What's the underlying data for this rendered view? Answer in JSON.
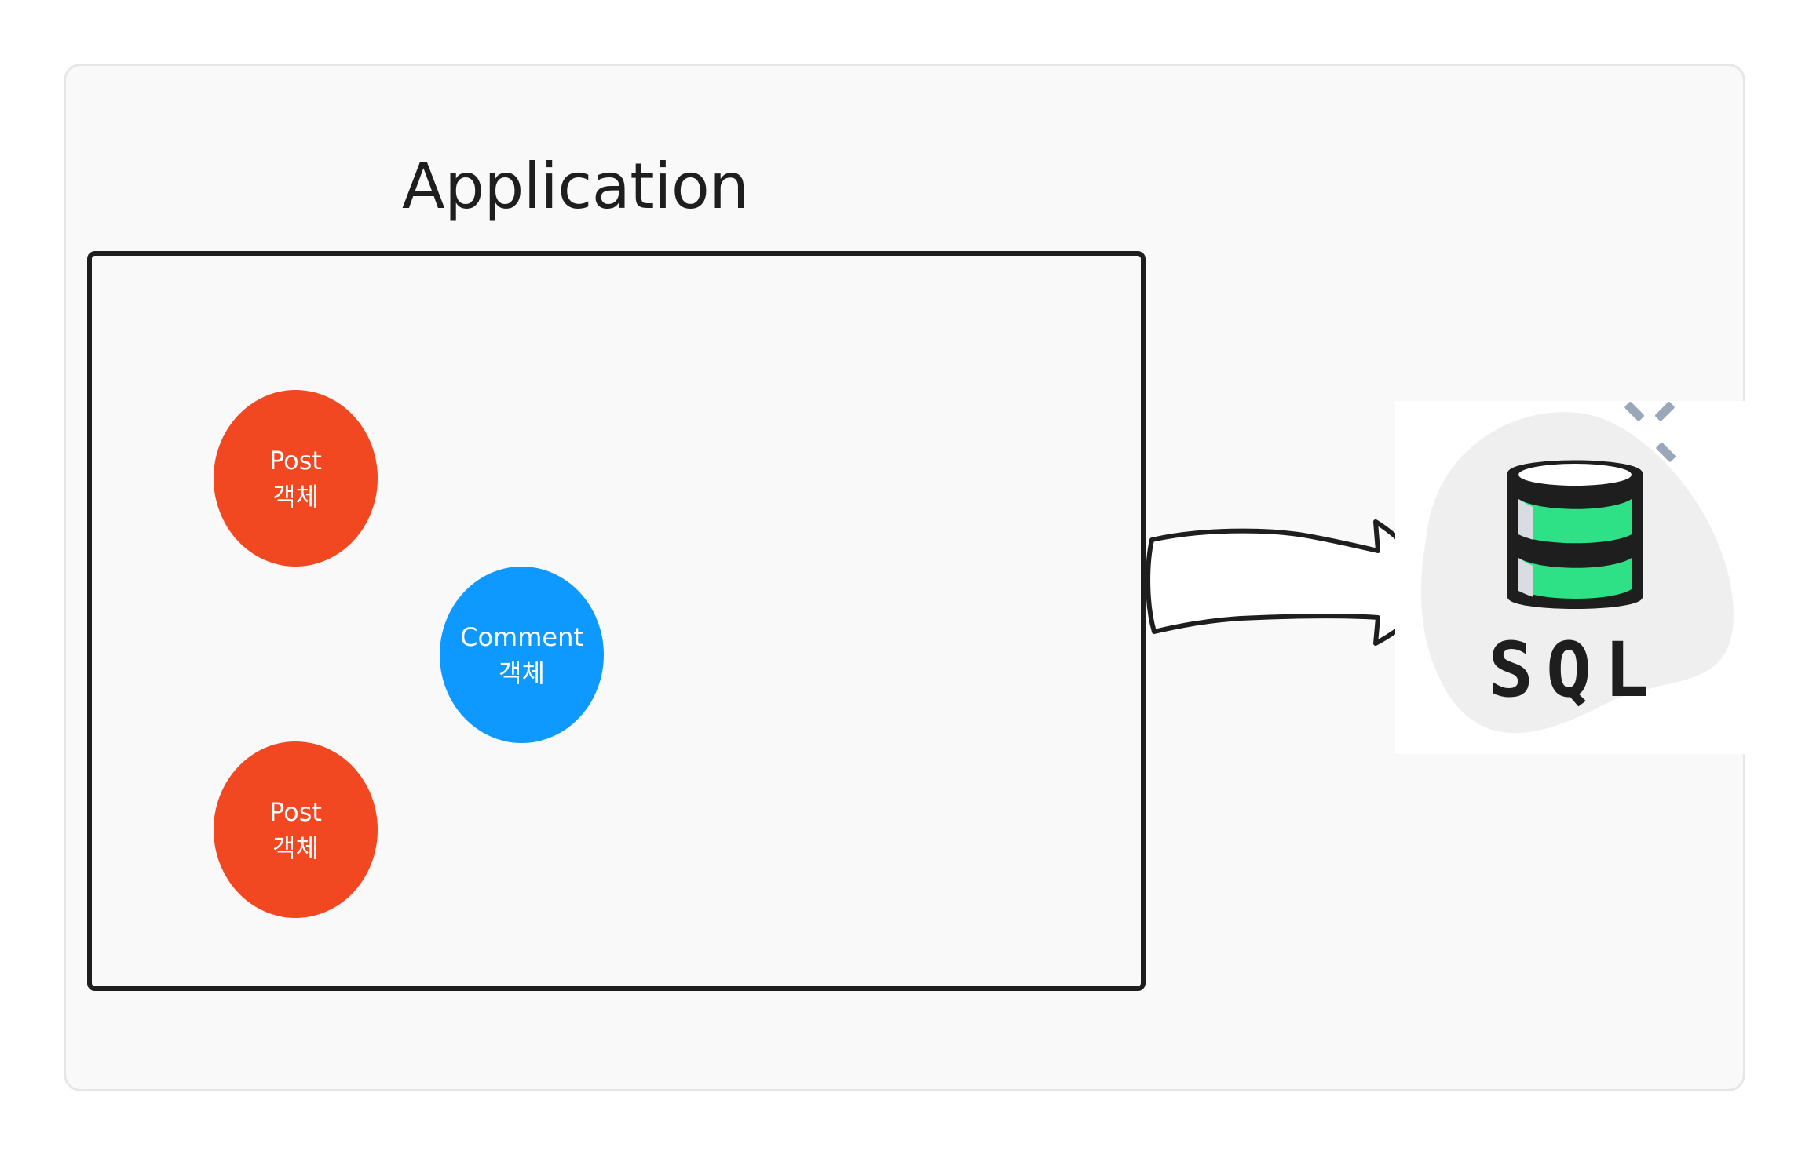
{
  "diagram": {
    "application_title": "Application",
    "nodes": [
      {
        "id": "post-1",
        "line1": "Post",
        "line2": "객체"
      },
      {
        "id": "comment-1",
        "line1": "Comment",
        "line2": "객체"
      },
      {
        "id": "post-2",
        "line1": "Post",
        "line2": "객체"
      }
    ],
    "database_label": "SQL"
  },
  "colors": {
    "post_node": "#f24822",
    "comment_node": "#0d99ff",
    "stroke": "#1e1e1e",
    "frame_bg": "#f9f9f9",
    "frame_border": "#e6e6e6",
    "db_green": "#2ee086",
    "db_blob": "#efefef",
    "sparkle": "#9aa7b8"
  }
}
